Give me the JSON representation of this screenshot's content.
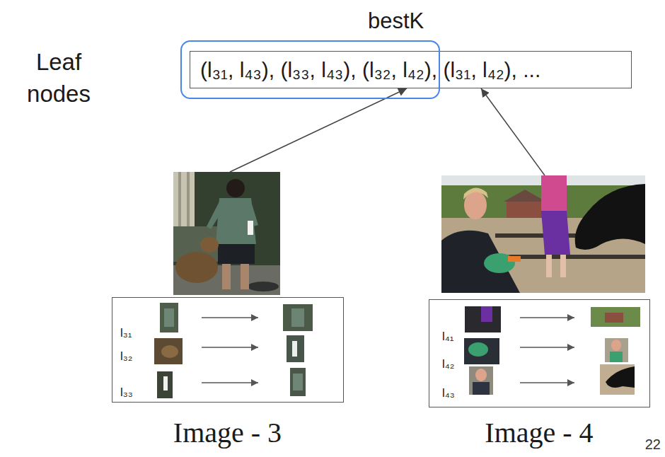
{
  "diagram": {
    "nodes": [
      {
        "text": [
          "bestK"
        ]
      },
      {
        "text": [
          "(l₃₁, l₄₃), (l₃₃, l₄₃), (l₃₂, l₄₂), (l₃₁, l₄₂), ..."
        ]
      },
      {
        "text": [
          "l₃₁",
          "l₃₂",
          "l₃₃",
          "Image - 3"
        ]
      },
      {
        "text": [
          "l₄₁",
          "l₄₂",
          "l₄₃",
          "Image - 4"
        ]
      }
    ],
    "edges": [
      {
        "from": 2,
        "to": 1,
        "arrow": "to"
      },
      {
        "from": 3,
        "to": 1,
        "arrow": "to"
      }
    ],
    "labels": [
      "Leaf nodes",
      "22"
    ]
  }
}
